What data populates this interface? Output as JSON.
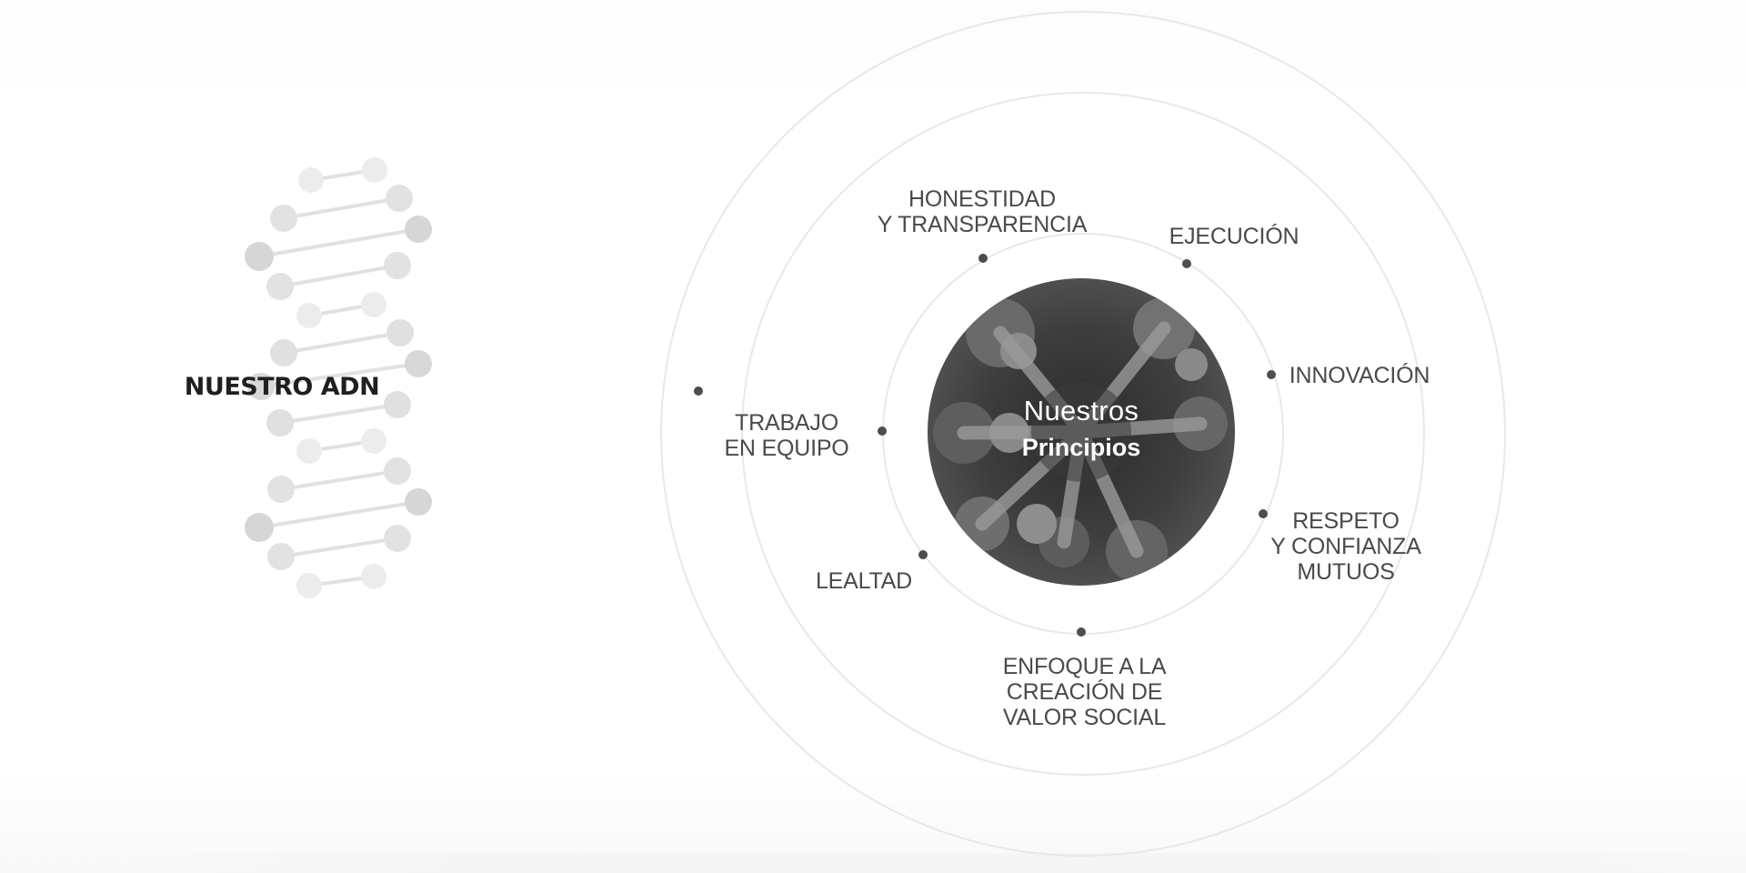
{
  "dna": {
    "title": "NUESTRO ADN"
  },
  "center": {
    "line1": "Nuestros",
    "line2": "Principios"
  },
  "principles": [
    {
      "id": "honestidad",
      "label": "HONESTIDAD\nY TRANSPARENCIA"
    },
    {
      "id": "ejecucion",
      "label": "EJECUCIÓN"
    },
    {
      "id": "innovacion",
      "label": "INNOVACIÓN"
    },
    {
      "id": "respeto",
      "label": "RESPETO\nY CONFIANZA\nMUTUOS"
    },
    {
      "id": "enfoque",
      "label": "ENFOQUE A LA\nCREACIÓN DE\nVALOR SOCIAL"
    },
    {
      "id": "lealtad",
      "label": "LEALTAD"
    },
    {
      "id": "trabajo",
      "label": "TRABAJO\nEN EQUIPO"
    }
  ],
  "colors": {
    "ring": "#e8e8e8",
    "dot": "#4d4d4d",
    "label": "#4a4a4a",
    "title": "#1f1f1f",
    "photo": "#3a3a3a"
  }
}
